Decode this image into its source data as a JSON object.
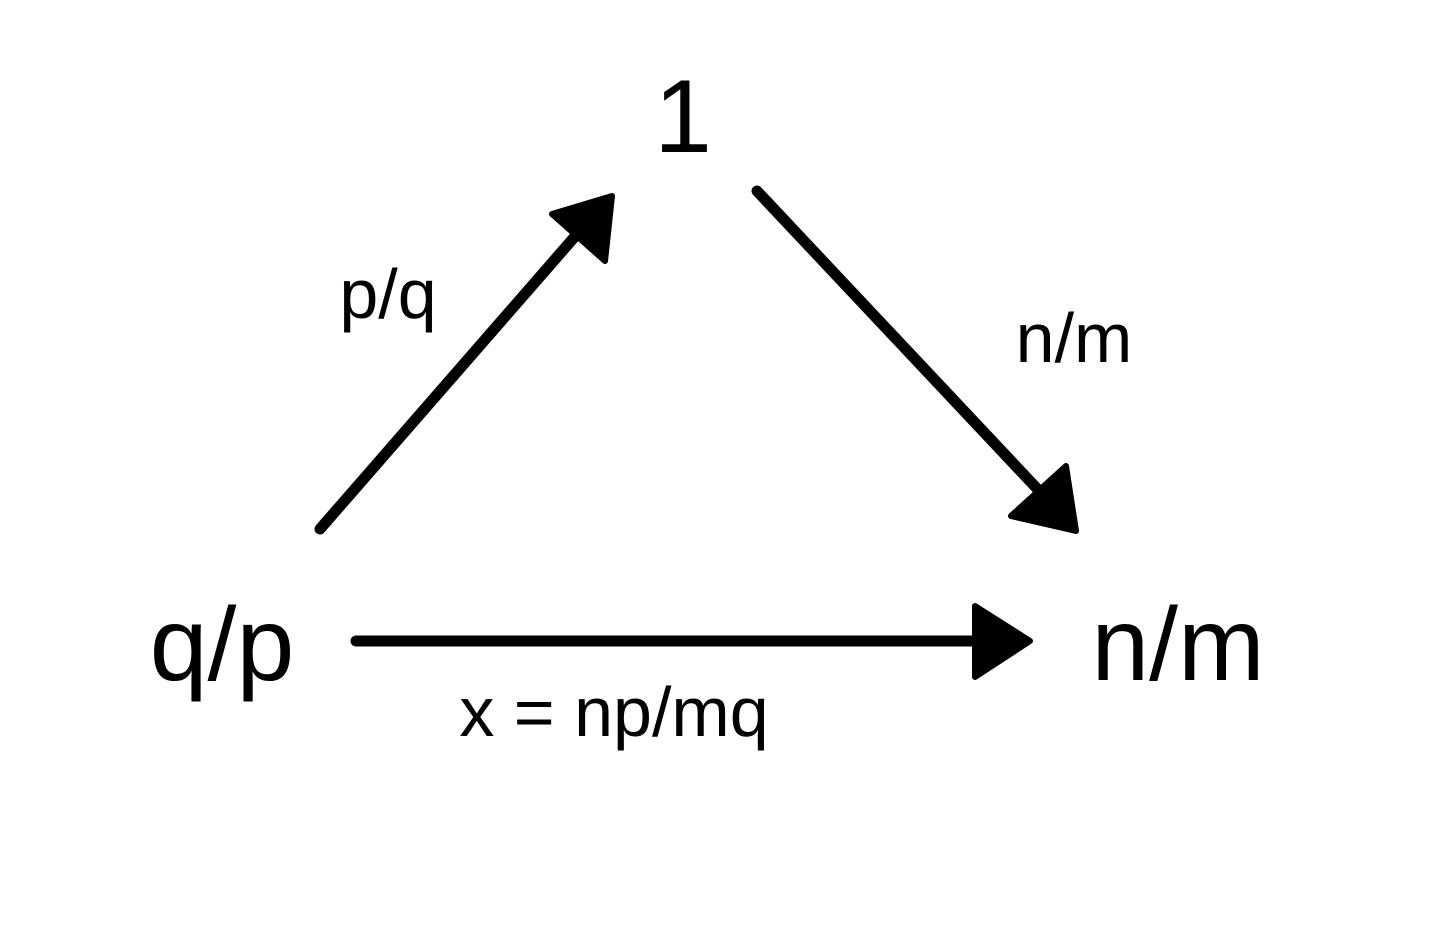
{
  "nodes": {
    "top": "1",
    "left": "q/p",
    "right": "n/m"
  },
  "edges": {
    "left_to_top": "p/q",
    "top_to_right": "n/m",
    "left_to_right": "x = np/mq"
  },
  "colors": {
    "ink": "#000000",
    "background": "#ffffff"
  }
}
